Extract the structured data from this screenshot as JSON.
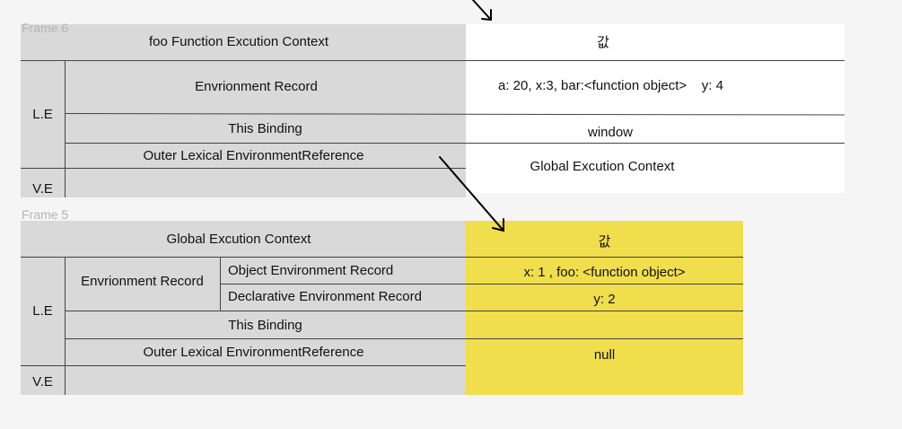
{
  "frame6": {
    "label": "Frame 6",
    "header_left": "foo Function Excution Context",
    "header_right": "값",
    "le_label": "L.E",
    "ve_label": "V.E",
    "env_record": "Envrionment Record",
    "env_record_value": "a: 20, x:3, bar:<function object>    y: 4",
    "this_binding": "This Binding",
    "this_binding_value": "window",
    "outer_ref": "Outer Lexical EnvironmentReference",
    "outer_ref_value": "Global Excution Context"
  },
  "frame5": {
    "label": "Frame 5",
    "header_left": "Global Excution Context",
    "header_right": "값",
    "le_label": "L.E",
    "ve_label": "V.E",
    "env_record": "Envrionment Record",
    "object_env_record": "Object Environment Record",
    "object_env_value": "x: 1 , foo: <function object>",
    "declarative_env_record": "Declarative Environment Record",
    "declarative_env_value": "y: 2",
    "this_binding": "This Binding",
    "outer_ref": "Outer Lexical EnvironmentReference",
    "outer_ref_value": "null"
  },
  "colors": {
    "grey": "#d9d9d9",
    "white": "#ffffff",
    "yellow": "#f0de4c",
    "background": "#f5f5f5"
  }
}
